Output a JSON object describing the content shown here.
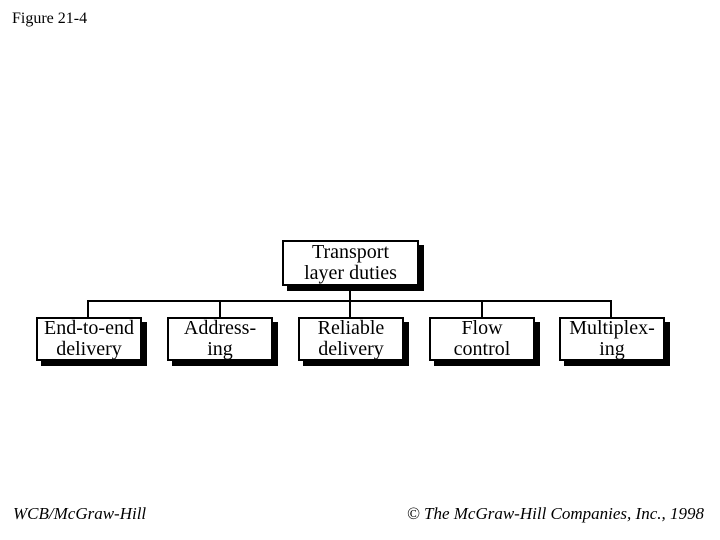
{
  "slide": {
    "figure_label": "Figure 21-4",
    "footer_left": "WCB/McGraw-Hill",
    "footer_right": "© The McGraw-Hill Companies, Inc., 1998",
    "background_color": "#ffffff",
    "text_color": "#000000"
  },
  "diagram": {
    "type": "tree",
    "root": {
      "label": "Transport\nlayer duties"
    },
    "children": [
      {
        "label": "End-to-end\ndelivery"
      },
      {
        "label": "Address-\ning"
      },
      {
        "label": "Reliable\ndelivery"
      },
      {
        "label": "Flow\ncontrol"
      },
      {
        "label": "Multiplex-\ning"
      }
    ]
  }
}
